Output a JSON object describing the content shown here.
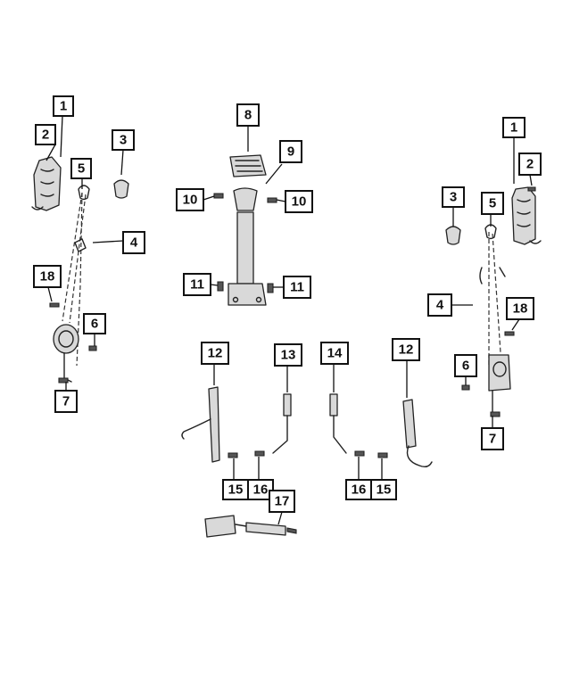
{
  "callouts": {
    "c1_left": "1",
    "c2_left": "2",
    "c3_left": "3",
    "c4_left": "4",
    "c5_left": "5",
    "c6_left": "6",
    "c7_left": "7",
    "c8": "8",
    "c9": "9",
    "c10_left": "10",
    "c10_right": "10",
    "c11_left": "11",
    "c11_right": "11",
    "c12_left": "12",
    "c13": "13",
    "c14": "14",
    "c12_right": "12",
    "c15_left": "15",
    "c16_left": "16",
    "c16_right": "16",
    "c15_right": "15",
    "c17": "17",
    "c18_left": "18",
    "c1_right": "1",
    "c2_right": "2",
    "c3_right": "3",
    "c4_right": "4",
    "c5_right": "5",
    "c6_right": "6",
    "c7_right": "7",
    "c18_right": "18"
  }
}
